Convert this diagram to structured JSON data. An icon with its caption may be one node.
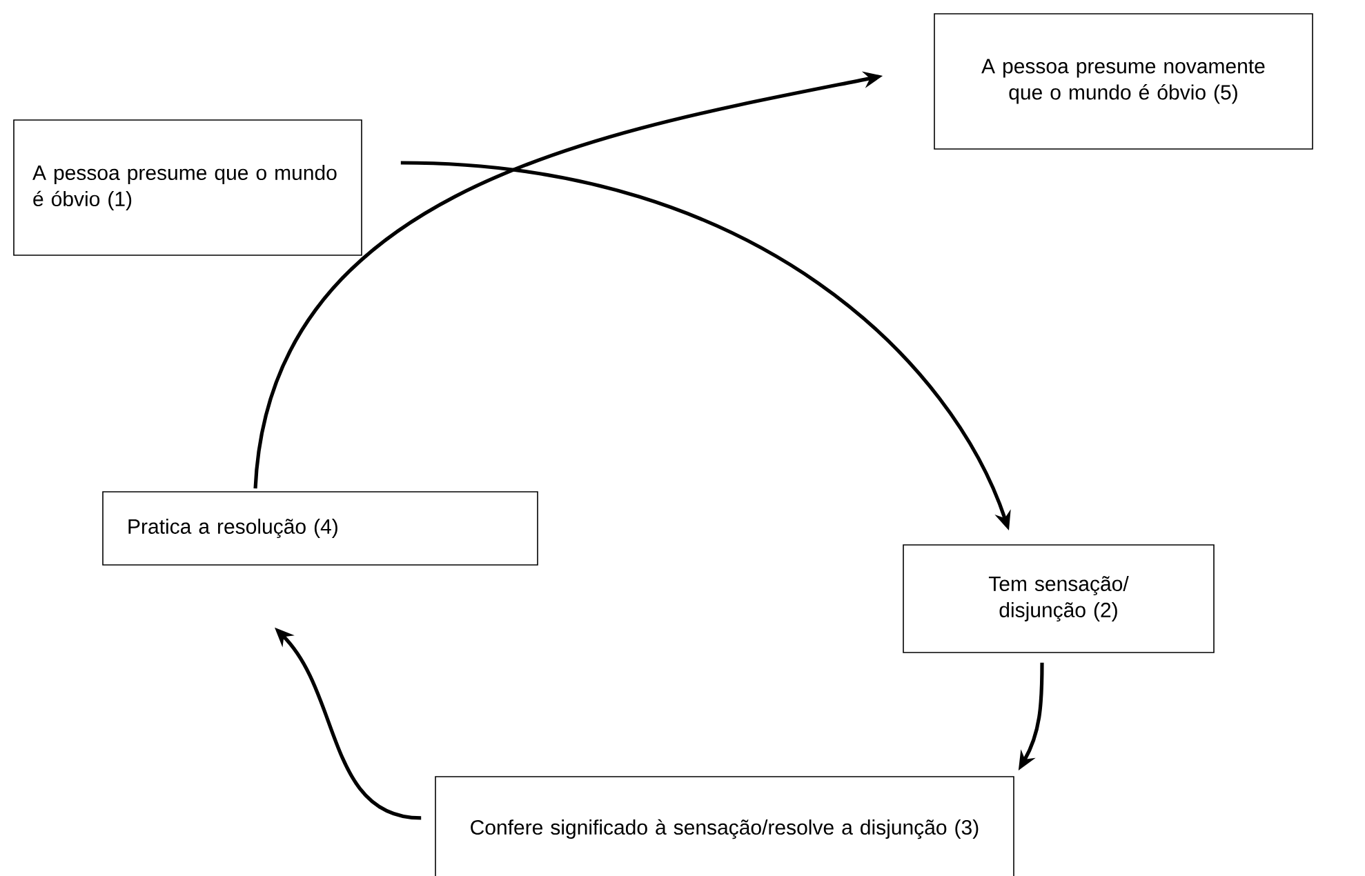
{
  "diagram": {
    "nodes": [
      {
        "text": [
          "A pessoa presume que o mundo é óbvio (1)"
        ]
      },
      {
        "text": [
          "Tem sensação/ disjunção (2)"
        ]
      },
      {
        "text": [
          "Confere significado à sensação/resolve a disjunção (3)"
        ]
      },
      {
        "text": [
          "Pratica a resolução (4)"
        ]
      },
      {
        "text": [
          "A pessoa presume novamente que o mundo é óbvio (5)"
        ]
      }
    ],
    "edges": [
      {
        "from": 0,
        "to": 1,
        "arrow": "to"
      },
      {
        "from": 1,
        "to": 2,
        "arrow": "to"
      },
      {
        "from": 2,
        "to": 3,
        "arrow": "to"
      },
      {
        "from": 3,
        "to": 4,
        "arrow": "to"
      }
    ]
  }
}
